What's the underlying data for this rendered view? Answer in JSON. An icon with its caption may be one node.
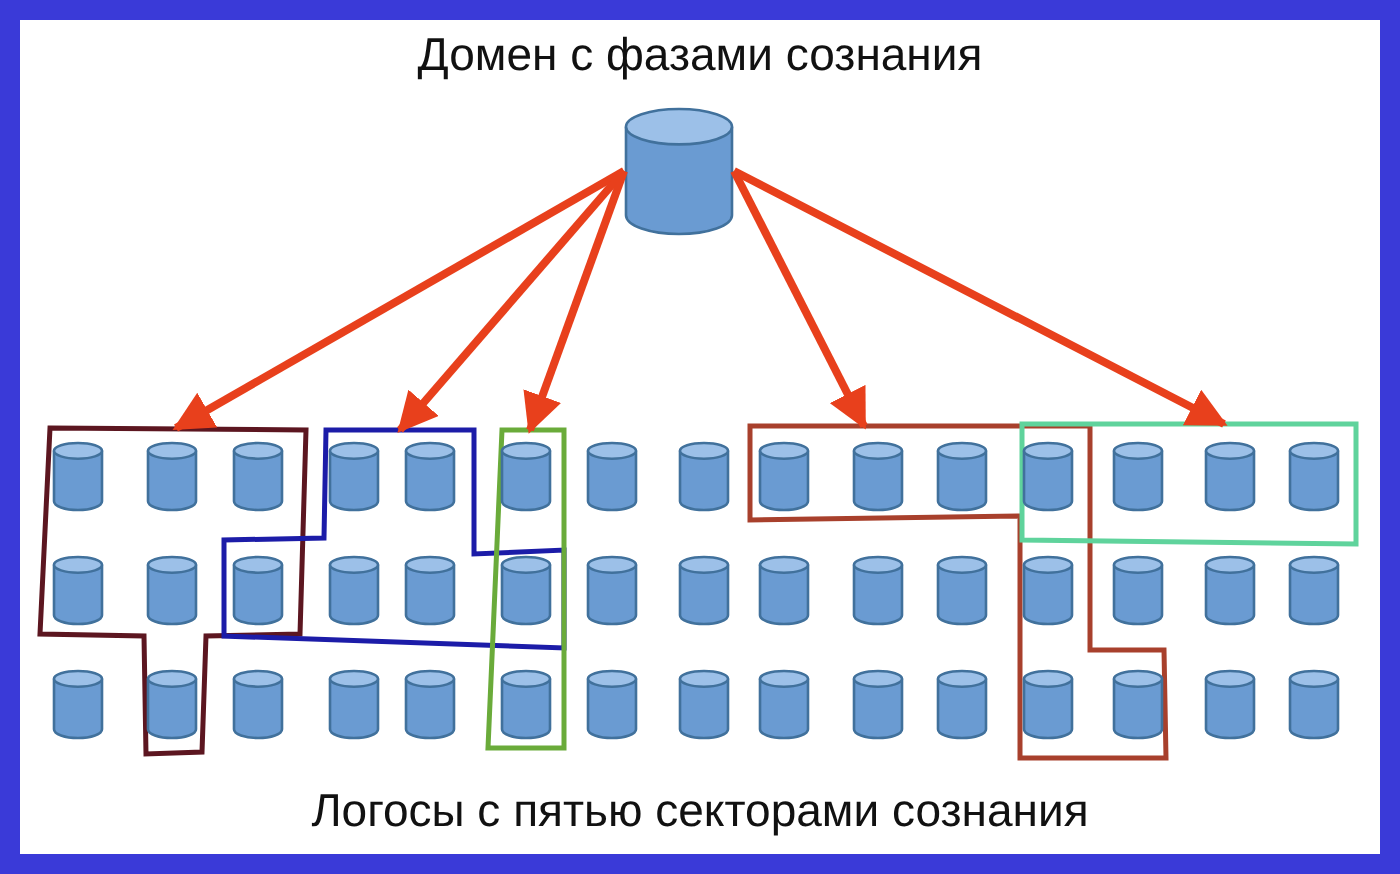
{
  "diagram": {
    "title": "Домен с фазами сознания",
    "caption": "Логосы с пятью секторами сознания",
    "nodes": [
      {
        "text": [],
        "shape": "cylinder"
      },
      {
        "text": [],
        "shape": "polygon"
      },
      {
        "text": [],
        "shape": "polygon"
      },
      {
        "text": [],
        "shape": "box"
      },
      {
        "text": [],
        "shape": "polygon"
      },
      {
        "text": [],
        "shape": "box"
      },
      {
        "text": [],
        "shape": "cylinder",
        "in": 1
      },
      {
        "text": [],
        "shape": "cylinder",
        "in": 1
      },
      {
        "text": [],
        "shape": "cylinder",
        "in": 1
      },
      {
        "text": [],
        "shape": "cylinder",
        "in": 2
      },
      {
        "text": [],
        "shape": "cylinder",
        "in": 2
      },
      {
        "text": [],
        "shape": "cylinder",
        "in": 3
      },
      {
        "text": [],
        "shape": "cylinder"
      },
      {
        "text": [],
        "shape": "cylinder"
      },
      {
        "text": [],
        "shape": "cylinder",
        "in": 4
      },
      {
        "text": [],
        "shape": "cylinder",
        "in": 4
      },
      {
        "text": [],
        "shape": "cylinder",
        "in": 4
      },
      {
        "text": [],
        "shape": "cylinder"
      },
      {
        "text": [],
        "shape": "cylinder",
        "in": 5
      },
      {
        "text": [],
        "shape": "cylinder",
        "in": 5
      },
      {
        "text": [],
        "shape": "cylinder",
        "in": 5
      },
      {
        "text": [],
        "shape": "cylinder",
        "in": 1
      },
      {
        "text": [],
        "shape": "cylinder",
        "in": 1
      },
      {
        "text": [],
        "shape": "cylinder"
      },
      {
        "text": [],
        "shape": "cylinder",
        "in": 2
      },
      {
        "text": [],
        "shape": "cylinder",
        "in": 2
      },
      {
        "text": [],
        "shape": "cylinder"
      },
      {
        "text": [],
        "shape": "cylinder"
      },
      {
        "text": [],
        "shape": "cylinder"
      },
      {
        "text": [],
        "shape": "cylinder"
      },
      {
        "text": [],
        "shape": "cylinder"
      },
      {
        "text": [],
        "shape": "cylinder"
      },
      {
        "text": [],
        "shape": "cylinder",
        "in": 4
      },
      {
        "text": [],
        "shape": "cylinder"
      },
      {
        "text": [],
        "shape": "cylinder"
      },
      {
        "text": [],
        "shape": "cylinder"
      },
      {
        "text": [],
        "shape": "cylinder"
      },
      {
        "text": [],
        "shape": "cylinder",
        "in": 1
      },
      {
        "text": [],
        "shape": "cylinder"
      },
      {
        "text": [],
        "shape": "cylinder"
      },
      {
        "text": [],
        "shape": "cylinder"
      },
      {
        "text": [],
        "shape": "cylinder",
        "in": 3
      },
      {
        "text": [],
        "shape": "cylinder"
      },
      {
        "text": [],
        "shape": "cylinder"
      },
      {
        "text": [],
        "shape": "cylinder"
      },
      {
        "text": [],
        "shape": "cylinder"
      },
      {
        "text": [],
        "shape": "cylinder"
      },
      {
        "text": [],
        "shape": "cylinder",
        "in": 4
      },
      {
        "text": [],
        "shape": "cylinder",
        "in": 4
      },
      {
        "text": [],
        "shape": "cylinder"
      },
      {
        "text": [],
        "shape": "cylinder"
      }
    ],
    "edges": [
      {
        "from": 0,
        "to": 1,
        "arrow": "to"
      },
      {
        "from": 0,
        "to": 2,
        "arrow": "to"
      },
      {
        "from": 0,
        "to": 3,
        "arrow": "to"
      },
      {
        "from": 0,
        "to": 4,
        "arrow": "to"
      },
      {
        "from": 0,
        "to": 5,
        "arrow": "to"
      }
    ]
  }
}
